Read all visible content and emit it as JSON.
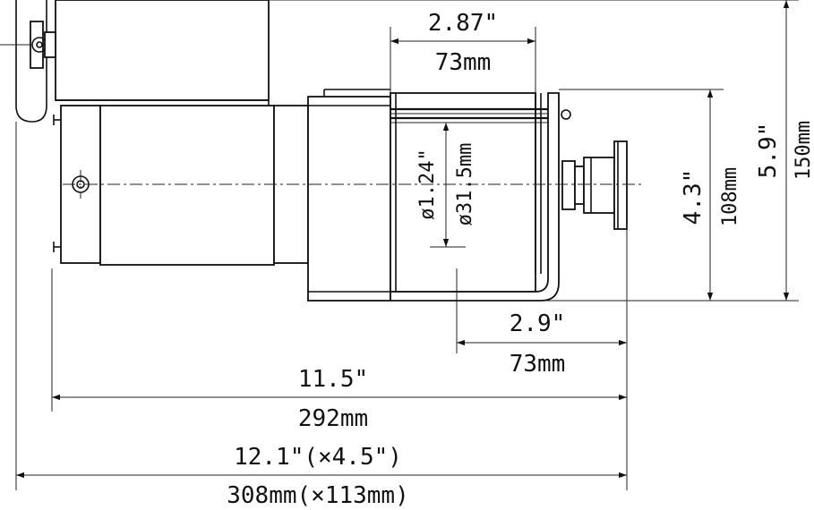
{
  "dimensions": {
    "drum_width_in": "2.87\"",
    "drum_width_mm": "73mm",
    "drum_dia_in": "ø1.24\"",
    "drum_dia_mm": "ø31.5mm",
    "mount_width_in": "2.9\"",
    "mount_width_mm": "73mm",
    "mount_height_in": "4.3\"",
    "mount_height_mm": "108mm",
    "overall_height_in": "5.9\"",
    "overall_height_mm": "150mm",
    "length_in": "11.5\"",
    "length_mm": "292mm",
    "overall_length_in": "12.1\"(×4.5\")",
    "overall_length_mm": "308mm(×113mm)"
  },
  "colors": {
    "line": "#111111",
    "background": "#ffffff"
  }
}
